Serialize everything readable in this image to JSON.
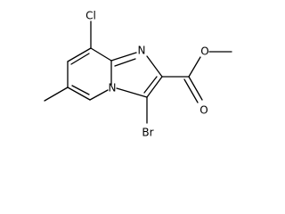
{
  "molecule": {
    "atoms": {
      "cl": "Cl",
      "n_imidazole": "N",
      "n_bridge": "N",
      "br": "Br",
      "o_carbonyl": "O",
      "o_ester": "O"
    }
  }
}
